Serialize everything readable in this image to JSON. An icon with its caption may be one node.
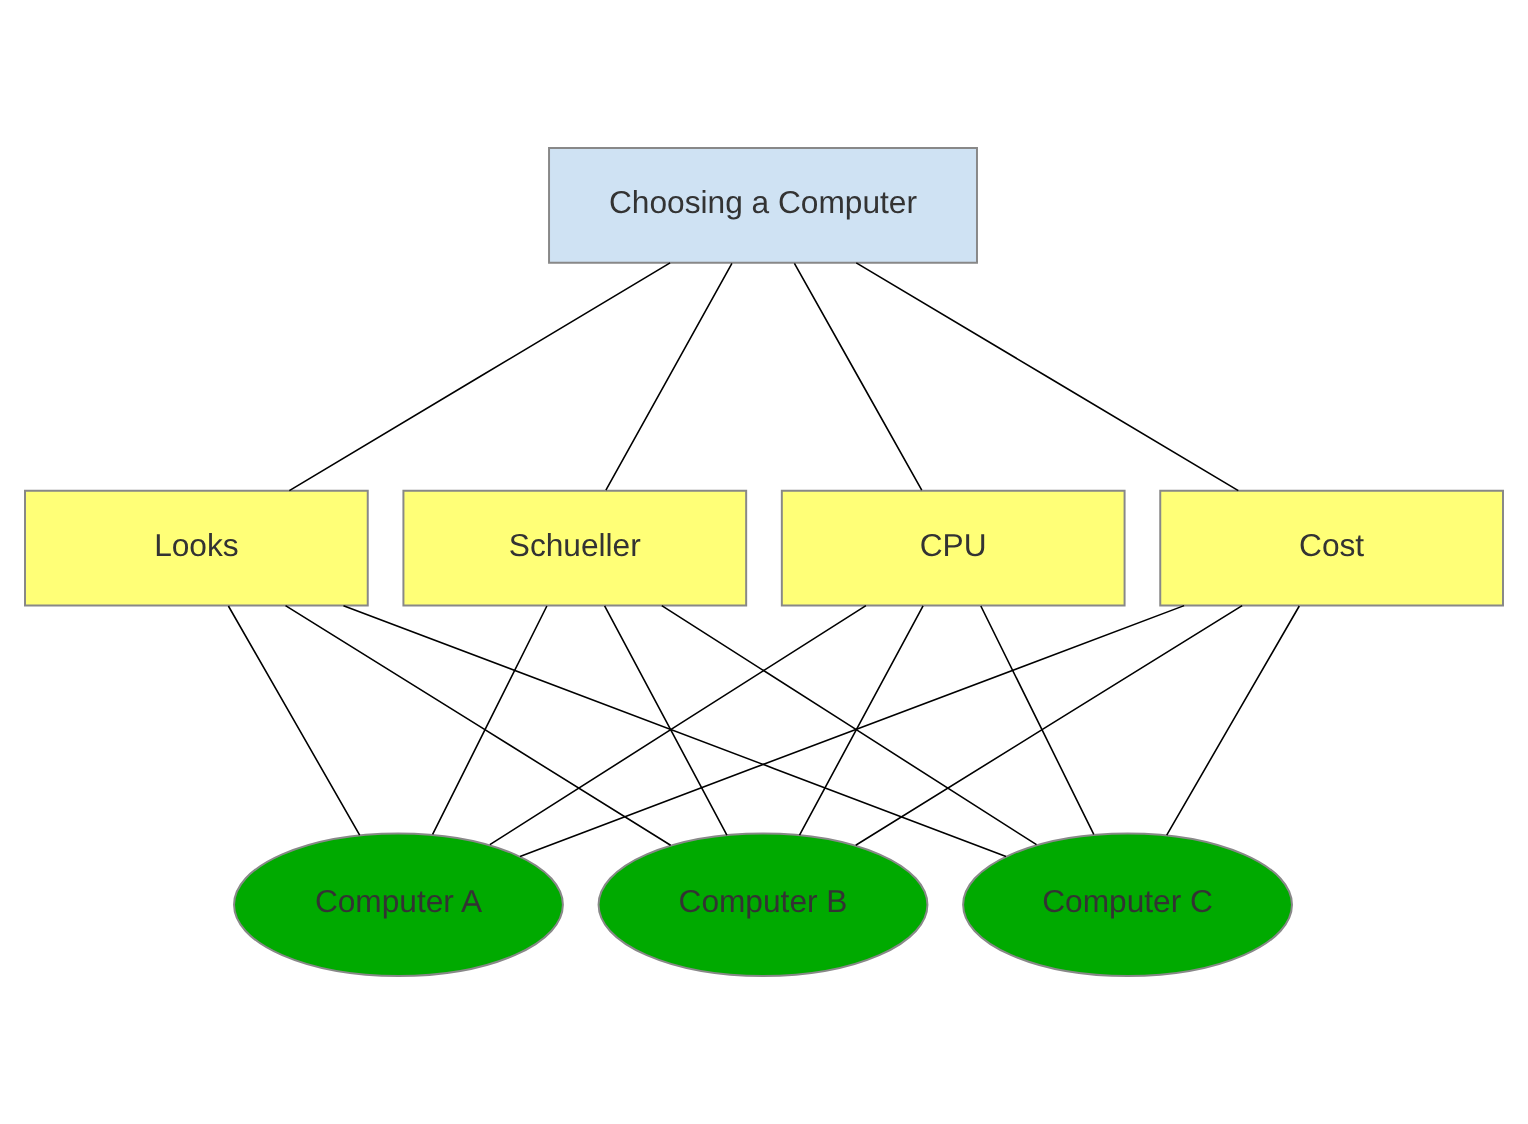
{
  "diagram": {
    "nodes": [
      {
        "text": [
          "Choosing a Computer"
        ]
      },
      {
        "text": [
          "CPU"
        ]
      },
      {
        "text": [
          "Cost"
        ]
      },
      {
        "text": [
          "Looks"
        ]
      },
      {
        "text": [
          "Schueller"
        ]
      },
      {
        "text": [
          "Computer A"
        ]
      },
      {
        "text": [
          "Computer B"
        ]
      },
      {
        "text": [
          "Computer C"
        ]
      }
    ],
    "edges": [
      {
        "from": 0,
        "to": 1,
        "arrow": "none"
      },
      {
        "from": 0,
        "to": 2,
        "arrow": "none"
      },
      {
        "from": 0,
        "to": 3,
        "arrow": "none"
      },
      {
        "from": 0,
        "to": 4,
        "arrow": "none"
      },
      {
        "from": 1,
        "to": 5,
        "arrow": "none"
      },
      {
        "from": 1,
        "to": 6,
        "arrow": "none"
      },
      {
        "from": 1,
        "to": 7,
        "arrow": "none"
      },
      {
        "from": 2,
        "to": 5,
        "arrow": "none"
      },
      {
        "from": 2,
        "to": 6,
        "arrow": "none"
      },
      {
        "from": 2,
        "to": 7,
        "arrow": "none"
      },
      {
        "from": 3,
        "to": 5,
        "arrow": "none"
      },
      {
        "from": 3,
        "to": 6,
        "arrow": "none"
      },
      {
        "from": 3,
        "to": 7,
        "arrow": "none"
      },
      {
        "from": 4,
        "to": 5,
        "arrow": "none"
      },
      {
        "from": 4,
        "to": 6,
        "arrow": "none"
      },
      {
        "from": 4,
        "to": 7,
        "arrow": "none"
      }
    ]
  }
}
